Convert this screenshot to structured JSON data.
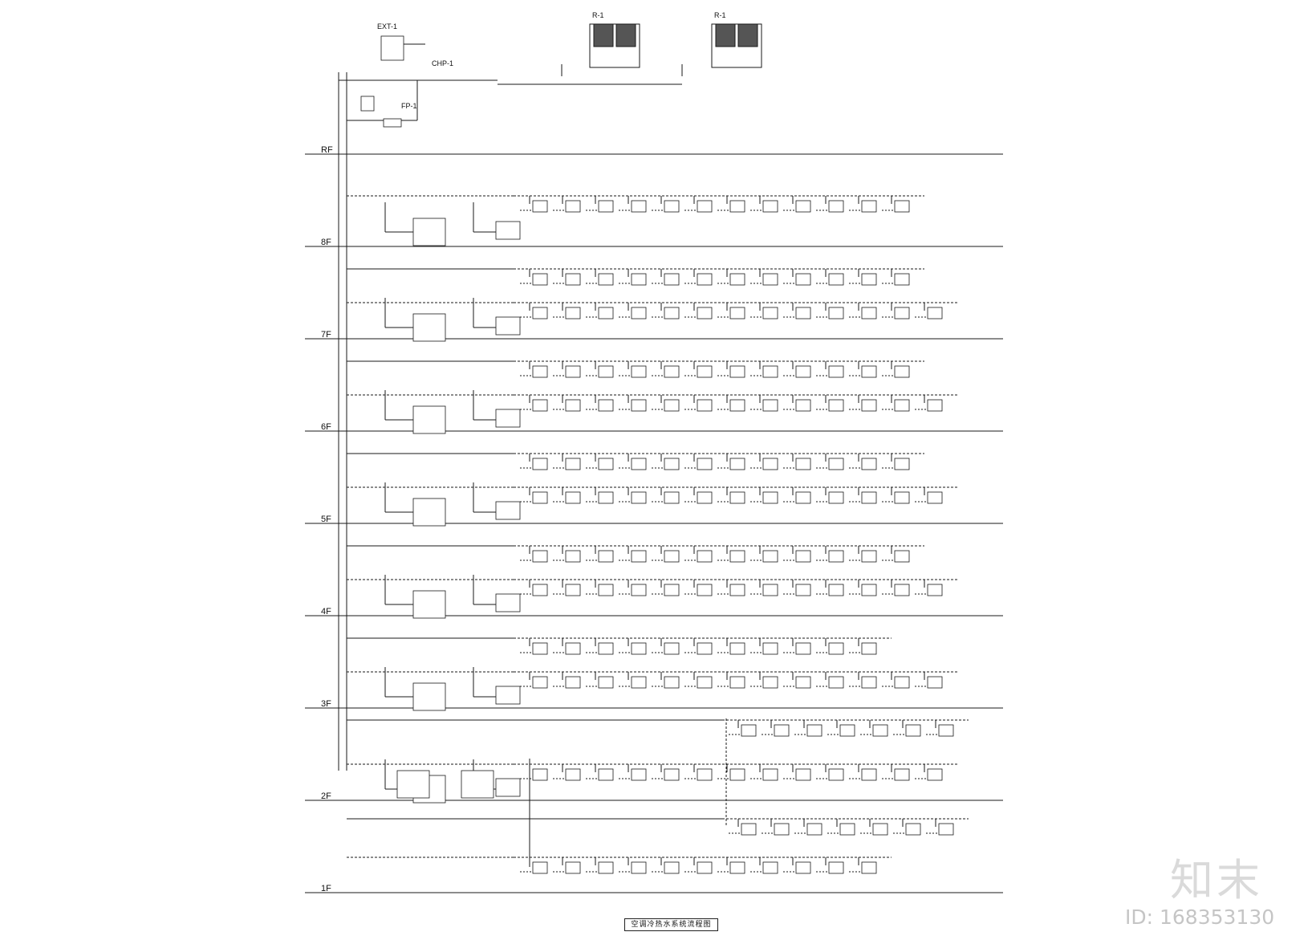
{
  "floors": [
    "RF",
    "8F",
    "7F",
    "6F",
    "5F",
    "4F",
    "3F",
    "2F",
    "1F"
  ],
  "equipment": {
    "exhaust_fan": "EXT-1",
    "chilled_pump": "CHP-1",
    "pump": "FP-1",
    "chiller_a": "R-1",
    "chiller_b": "R-1"
  },
  "drawing_title": "空调冷热水系统流程图",
  "watermark": {
    "logo": "知末",
    "id": "ID: 168353130"
  },
  "colors": {
    "line": "#1a1a1a",
    "background": "#ffffff",
    "watermark": "#9a9a9a"
  }
}
